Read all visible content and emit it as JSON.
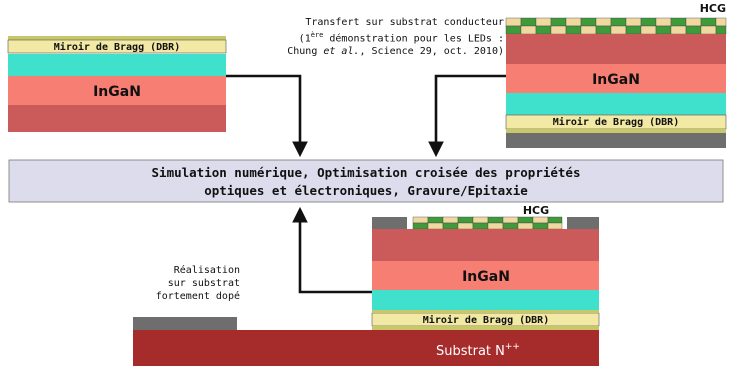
{
  "colors": {
    "dbr_stripe": "#f2e9a4",
    "dbr_band": "#c8c86a",
    "cyan": "#3fe0cc",
    "ingan": "#f77e72",
    "dark_red": "#cb5a5a",
    "substrat": "#a62b2b",
    "metal": "#6e6e6e",
    "hcg_green": "#3f9a3a",
    "hcg_beige": "#f0d9a0",
    "sim_box": "#dcdcec",
    "arrow": "#111111"
  },
  "top_left_stack": {
    "dbr_label": "Miroir de Bragg (DBR)",
    "ingan_label": "InGaN"
  },
  "top_right_stack": {
    "hcg_label": "HCG",
    "ingan_label": "InGaN",
    "dbr_label": "Miroir de Bragg (DBR)"
  },
  "transfer_note": {
    "line1": "Transfert sur substrat conducteur",
    "line2_before_sup": "(1",
    "line2_sup": "ère",
    "line2_after_sup": " démonstration pour les LEDs :",
    "line3_before": "Chung ",
    "line3_italic": "et al.",
    "line3_after": ", Science 29, oct. 2010)"
  },
  "simulation_box": {
    "line1": "Simulation numérique, Optimisation croisée des propriétés",
    "line2": "optiques et électroniques, Gravure/Epitaxie"
  },
  "bottom_stack": {
    "hcg_label": "HCG",
    "ingan_label": "InGaN",
    "dbr_label": "Miroir de Bragg (DBR)",
    "substrat_label": "Substrat N",
    "substrat_sup": "++"
  },
  "realisation_note": {
    "line1": "Réalisation",
    "line2": "sur substrat",
    "line3": "fortement dopé"
  }
}
